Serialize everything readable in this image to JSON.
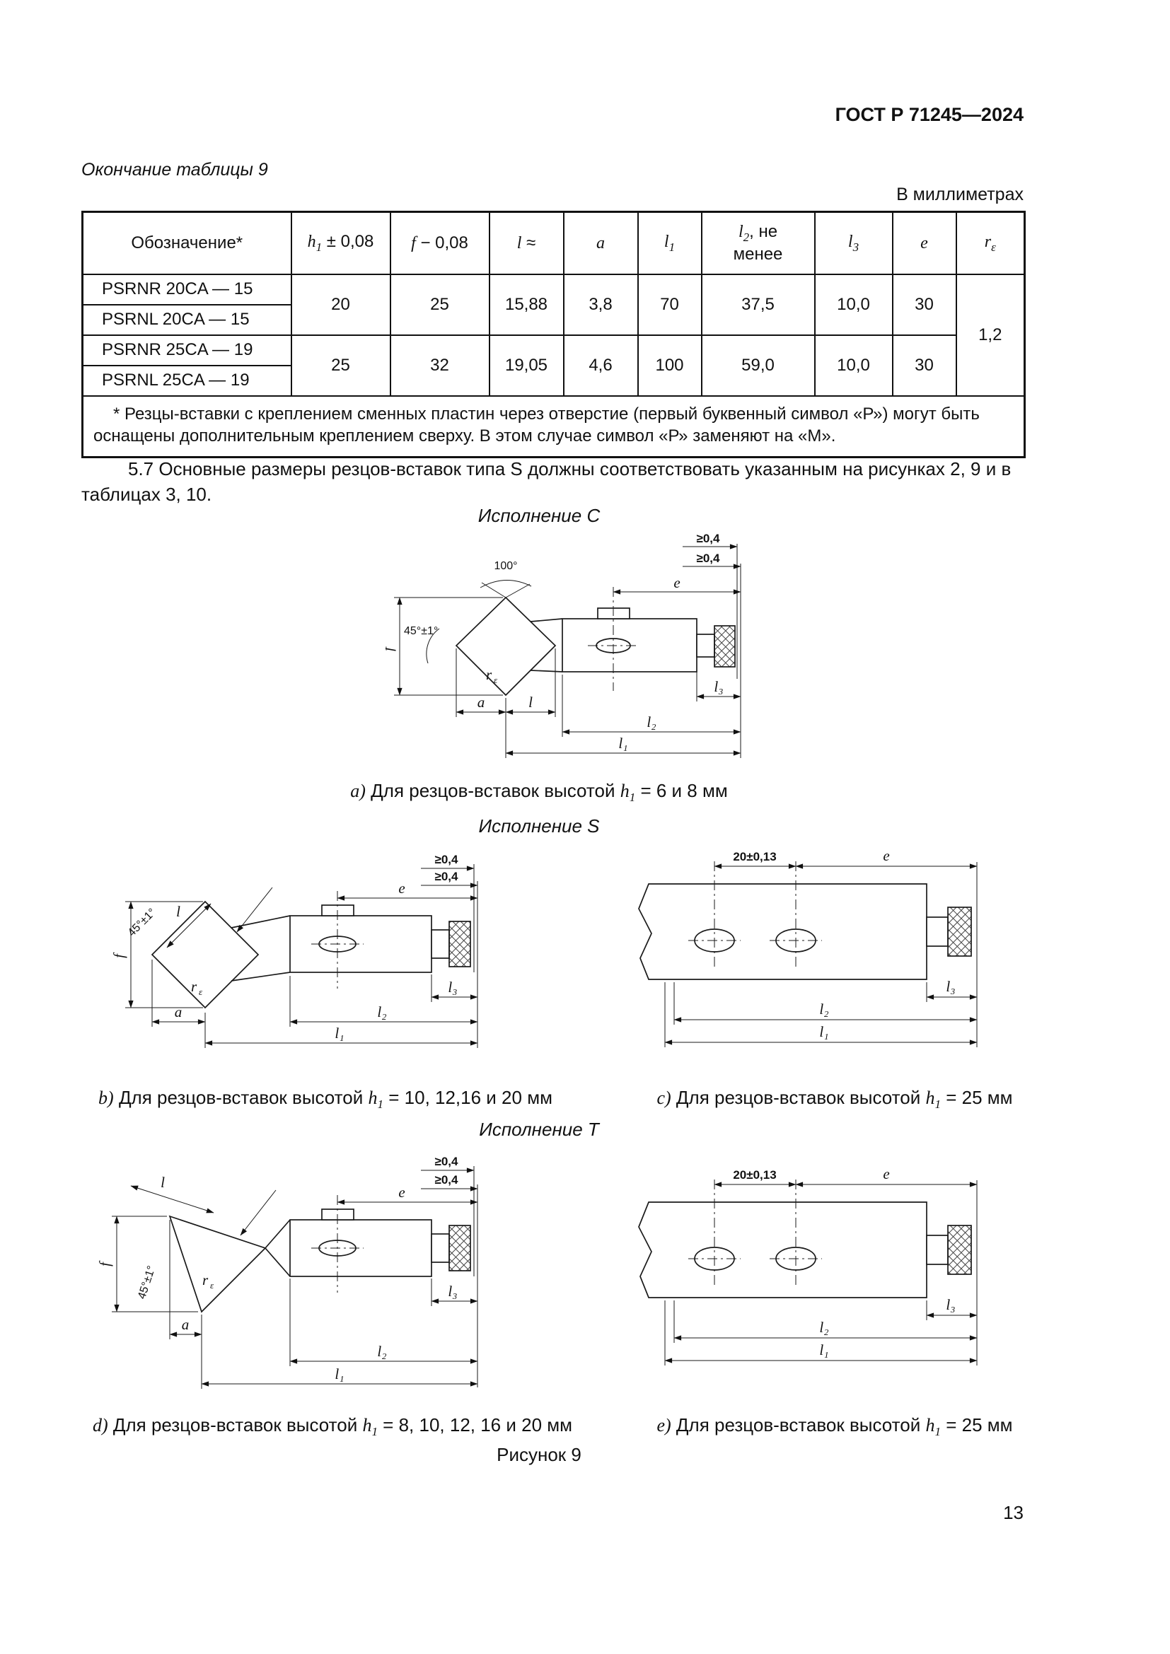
{
  "page": {
    "header": "ГОСТ Р 71245—2024",
    "table_continuation": "Окончание таблицы 9",
    "units_note": "В миллиметрах",
    "section_5_7": "5.7 Основные размеры резцов-вставок типа S должны соответствовать указанным на рисунках 2, 9 и в таблицах 3, 10.",
    "figure_label": "Рисунок 9",
    "page_number": "13"
  },
  "table": {
    "col_headers": [
      {
        "main": "Обозначение*",
        "sub": "",
        "post": ""
      },
      {
        "main": "h",
        "sub": "1",
        "post": " ± 0,08"
      },
      {
        "main": "f",
        "sub": "",
        "post": " − 0,08"
      },
      {
        "main": "l",
        "sub": "",
        "post": " ≈"
      },
      {
        "main": "a",
        "sub": "",
        "post": ""
      },
      {
        "main": "l",
        "sub": "1",
        "post": ""
      },
      {
        "main": "l",
        "sub": "2",
        "post": ", не менее"
      },
      {
        "main": "l",
        "sub": "3",
        "post": ""
      },
      {
        "main": "e",
        "sub": "",
        "post": ""
      },
      {
        "main": "r",
        "sub": "ε",
        "post": ""
      }
    ],
    "rows": [
      {
        "designation": "PSRNR 20CA — 15"
      },
      {
        "designation": "PSRNL 20CA — 15"
      },
      {
        "designation": "PSRNR 25CA — 19"
      },
      {
        "designation": "PSRNL 25CA — 19"
      }
    ],
    "groups": [
      {
        "h1": "20",
        "f": "25",
        "l": "15,88",
        "a": "3,8",
        "l1": "70",
        "l2": "37,5",
        "l3": "10,0",
        "e": "30"
      },
      {
        "h1": "25",
        "f": "32",
        "l": "19,05",
        "a": "4,6",
        "l1": "100",
        "l2": "59,0",
        "l3": "10,0",
        "e": "30"
      }
    ],
    "r_eps": "1,2",
    "footnote": "* Резцы-вставки с креплением сменных пластин через отверстие (первый буквенный символ «Р») могут быть оснащены дополнительным креплением сверху. В этом случае символ «Р» заменяют на «М»."
  },
  "figures": {
    "exec_c": "Исполнение C",
    "exec_s": "Исполнение S",
    "exec_t": "Исполнение T",
    "labels": {
      "ge04": "≥0,4",
      "tol20": "20±0,13",
      "e": "e",
      "f": "f",
      "a": "a",
      "l": "l",
      "l1": "l₁",
      "l2": "l₂",
      "l3": "l₃",
      "r": "r",
      "eps": "ε",
      "angle100": "100°",
      "angle45": "45°±1°"
    },
    "captions": {
      "a": {
        "letter": "a)",
        "text": " Для резцов-вставок высотой ",
        "var": "h",
        "sub": "1",
        "value": " = 6 и 8 мм"
      },
      "b": {
        "letter": "b)",
        "text": " Для резцов-вставок высотой ",
        "var": "h",
        "sub": "1",
        "value": " = 10, 12,16 и 20 мм"
      },
      "c": {
        "letter": "c)",
        "text": " Для резцов-вставок высотой ",
        "var": "h",
        "sub": "1",
        "value": " = 25 мм"
      },
      "d": {
        "letter": "d)",
        "text": " Для резцов-вставок высотой ",
        "var": "h",
        "sub": "1",
        "value": " = 8, 10, 12, 16 и  20 мм"
      },
      "e": {
        "letter": "e)",
        "text": " Для резцов-вставок высотой ",
        "var": "h",
        "sub": "1",
        "value": " = 25 мм"
      }
    }
  }
}
